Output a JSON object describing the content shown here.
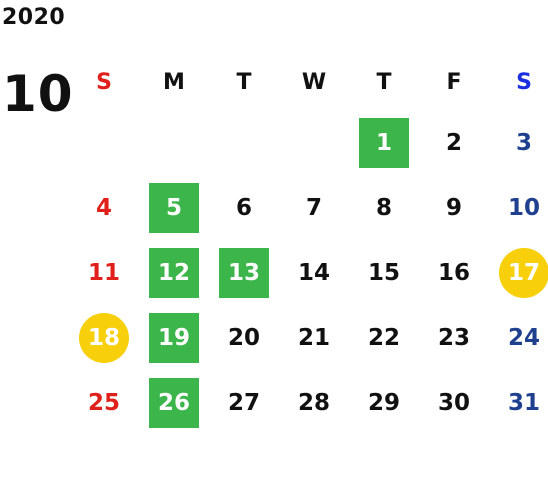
{
  "calendar": {
    "year": "2020",
    "month": "10",
    "weekdays": [
      "S",
      "M",
      "T",
      "W",
      "T",
      "F",
      "S"
    ],
    "first_weekday_index": 4,
    "days_in_month": 31,
    "colors": {
      "sunday": "#e0201a",
      "saturday_header": "#1a2ee0",
      "saturday": "#1f3f8f",
      "green_highlight": "#3cb54a",
      "yellow_highlight": "#f7cf0a"
    },
    "green_days": [
      1,
      5,
      12,
      13,
      19,
      26
    ],
    "yellow_days": [
      17,
      18
    ]
  }
}
